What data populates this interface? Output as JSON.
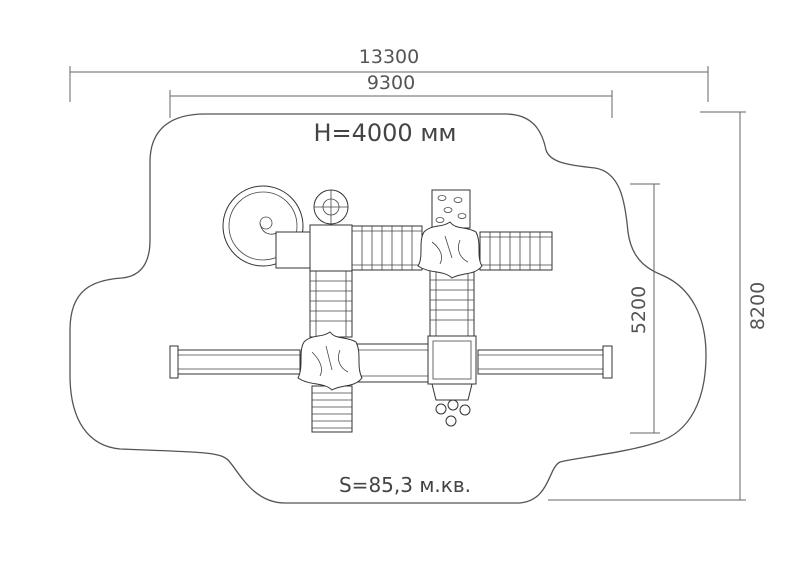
{
  "drawing": {
    "dim_total_width": "13300",
    "dim_inner_width": "9300",
    "dim_total_height": "8200",
    "dim_inner_height": "5200",
    "height_label": "H=4000 мм",
    "area_label": "S=85,3 м.кв."
  }
}
